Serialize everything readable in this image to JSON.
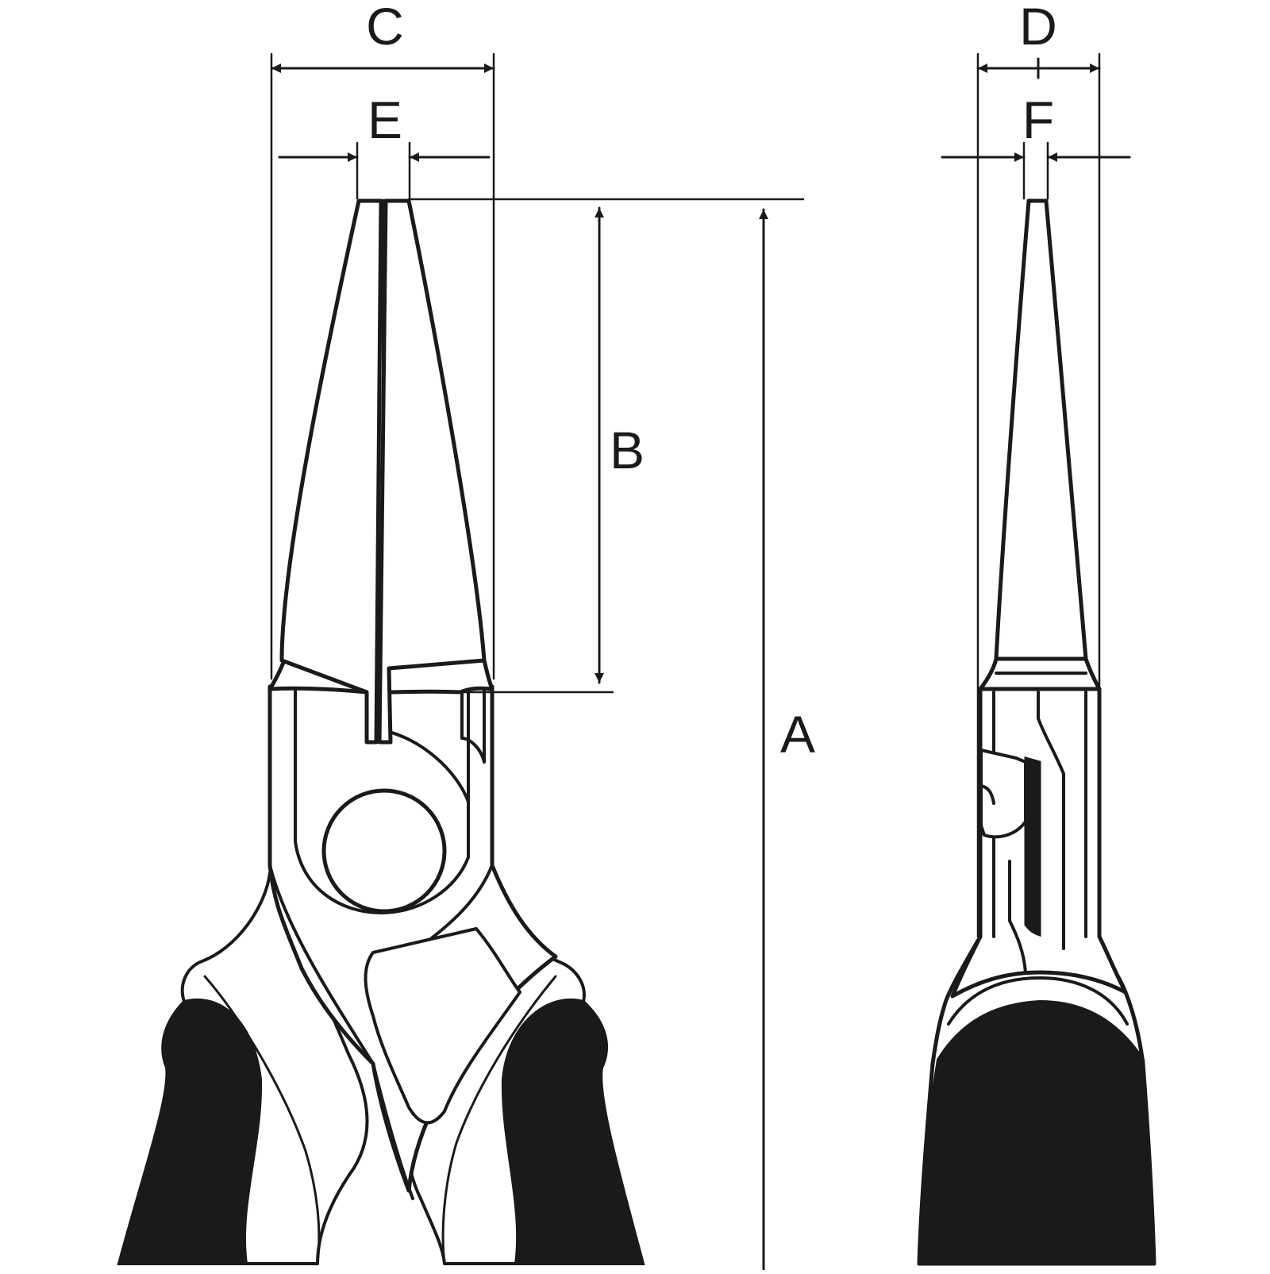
{
  "figure": {
    "labels": {
      "a": "A",
      "b": "B",
      "c": "C",
      "d": "D",
      "e": "E",
      "f": "F"
    },
    "colors": {
      "ink": "#1a1a1a",
      "background": "#ffffff"
    }
  }
}
